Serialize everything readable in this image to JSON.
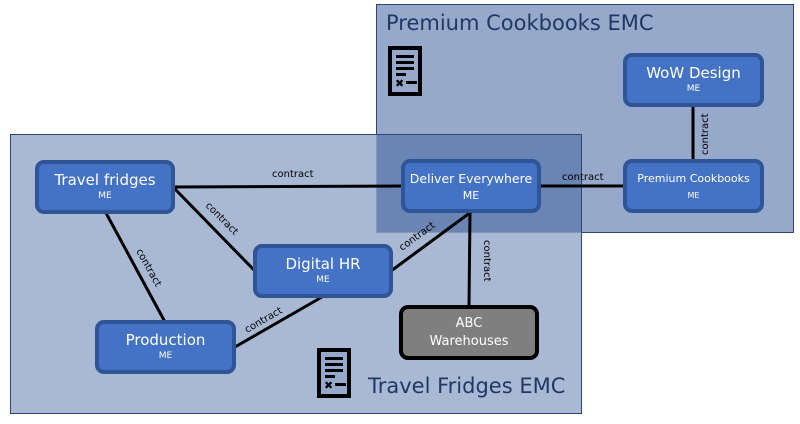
{
  "regions": {
    "premium": {
      "title": "Premium Cookbooks EMC",
      "icon": "contract-document-icon"
    },
    "travel": {
      "title": "Travel Fridges EMC",
      "icon": "contract-document-icon"
    }
  },
  "nodes": {
    "travel_fridges": {
      "name": "Travel fridges",
      "sub": "ME"
    },
    "digital_hr": {
      "name": "Digital HR",
      "sub": "ME"
    },
    "production": {
      "name": "Production",
      "sub": "ME"
    },
    "deliver_everywhere": {
      "name": "Deliver Everywhere",
      "sub": "ME"
    },
    "premium_cookbooks": {
      "name": "Premium Cookbooks",
      "sub": "ME"
    },
    "wow_design": {
      "name": "WoW Design",
      "sub": "ME"
    },
    "abc_warehouses": {
      "name": "ABC",
      "sub": "Warehouses"
    }
  },
  "links": [
    {
      "from": "Travel fridges",
      "to": "Deliver Everywhere",
      "label": "contract"
    },
    {
      "from": "Travel fridges",
      "to": "Digital HR",
      "label": "contract"
    },
    {
      "from": "Travel fridges",
      "to": "Production",
      "label": "contract"
    },
    {
      "from": "Production",
      "to": "Digital HR",
      "label": "contract"
    },
    {
      "from": "Digital HR",
      "to": "Deliver Everywhere",
      "label": "contract"
    },
    {
      "from": "Deliver Everywhere",
      "to": "ABC Warehouses",
      "label": "contract"
    },
    {
      "from": "Deliver Everywhere",
      "to": "Premium Cookbooks",
      "label": "contract"
    },
    {
      "from": "WoW Design",
      "to": "Premium Cookbooks",
      "label": "contract"
    }
  ],
  "colors": {
    "region_fill": "#96a9cb",
    "region_border": "#2f4670",
    "overlap_fill": "#6a84b3",
    "node_fill": "#4472c4",
    "node_border": "#2f5597",
    "external_node_fill": "#7f7f7f",
    "title_color": "#1f3864"
  }
}
